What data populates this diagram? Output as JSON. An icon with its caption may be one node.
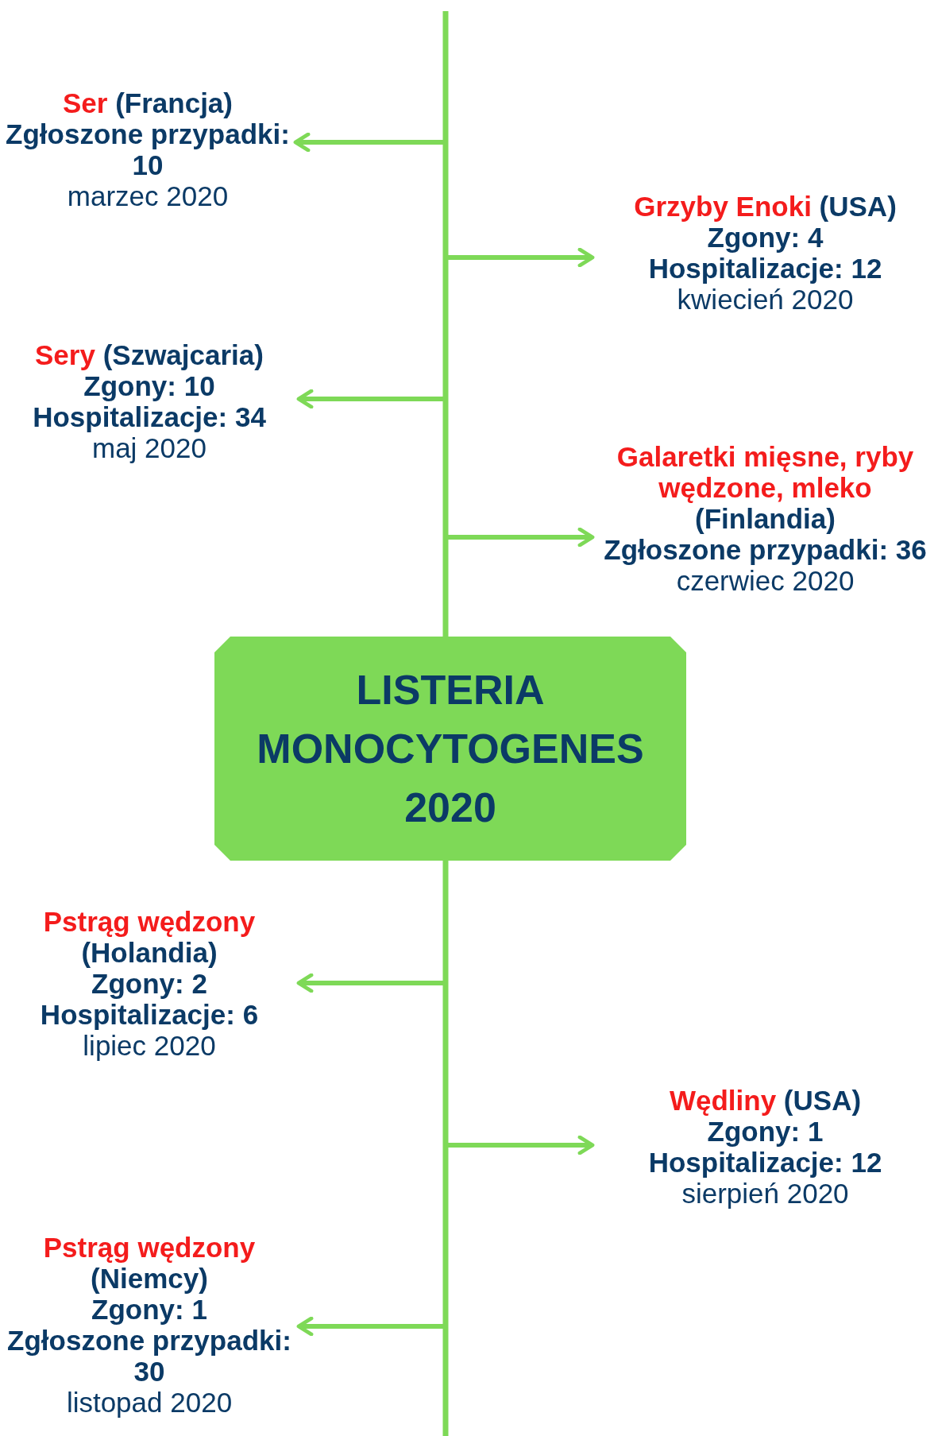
{
  "diagram": {
    "nodes": [
      {
        "text": [
          "Ser",
          "(Francja)",
          "Zgłoszone przypadki: 10",
          "marzec 2020"
        ]
      },
      {
        "text": [
          "Grzyby Enoki",
          "(USA)",
          "Zgony: 4",
          "Hospitalizacje: 12",
          "kwiecień 2020"
        ]
      },
      {
        "text": [
          "Sery",
          "(Szwajcaria)",
          "Zgony: 10",
          "Hospitalizacje: 34",
          "maj 2020"
        ]
      },
      {
        "text": [
          "Galaretki mięsne, ryby wędzone, mleko",
          "(Finlandia)",
          "Zgłoszone przypadki: 36",
          "czerwiec 2020"
        ]
      },
      {
        "text": [
          "LISTERIA MONOCYTOGENES 2020"
        ]
      },
      {
        "text": [
          "Pstrąg wędzony",
          "(Holandia)",
          "Zgony: 2",
          "Hospitalizacje: 6",
          "lipiec 2020"
        ]
      },
      {
        "text": [
          "Wędliny",
          "(USA)",
          "Zgony: 1",
          "Hospitalizacje: 12",
          "sierpień 2020"
        ]
      },
      {
        "text": [
          "Pstrąg wędzony",
          "(Niemcy)",
          "Zgony: 1",
          "Zgłoszone przypadki: 30",
          "listopad 2020"
        ]
      }
    ],
    "edges": [
      {
        "from": null,
        "to": 0,
        "arrow": "to"
      },
      {
        "from": null,
        "to": 1,
        "arrow": "to"
      },
      {
        "from": null,
        "to": 2,
        "arrow": "to"
      },
      {
        "from": null,
        "to": 3,
        "arrow": "to"
      },
      {
        "from": null,
        "to": 5,
        "arrow": "to"
      },
      {
        "from": null,
        "to": 6,
        "arrow": "to"
      },
      {
        "from": null,
        "to": 7,
        "arrow": "to"
      }
    ]
  }
}
